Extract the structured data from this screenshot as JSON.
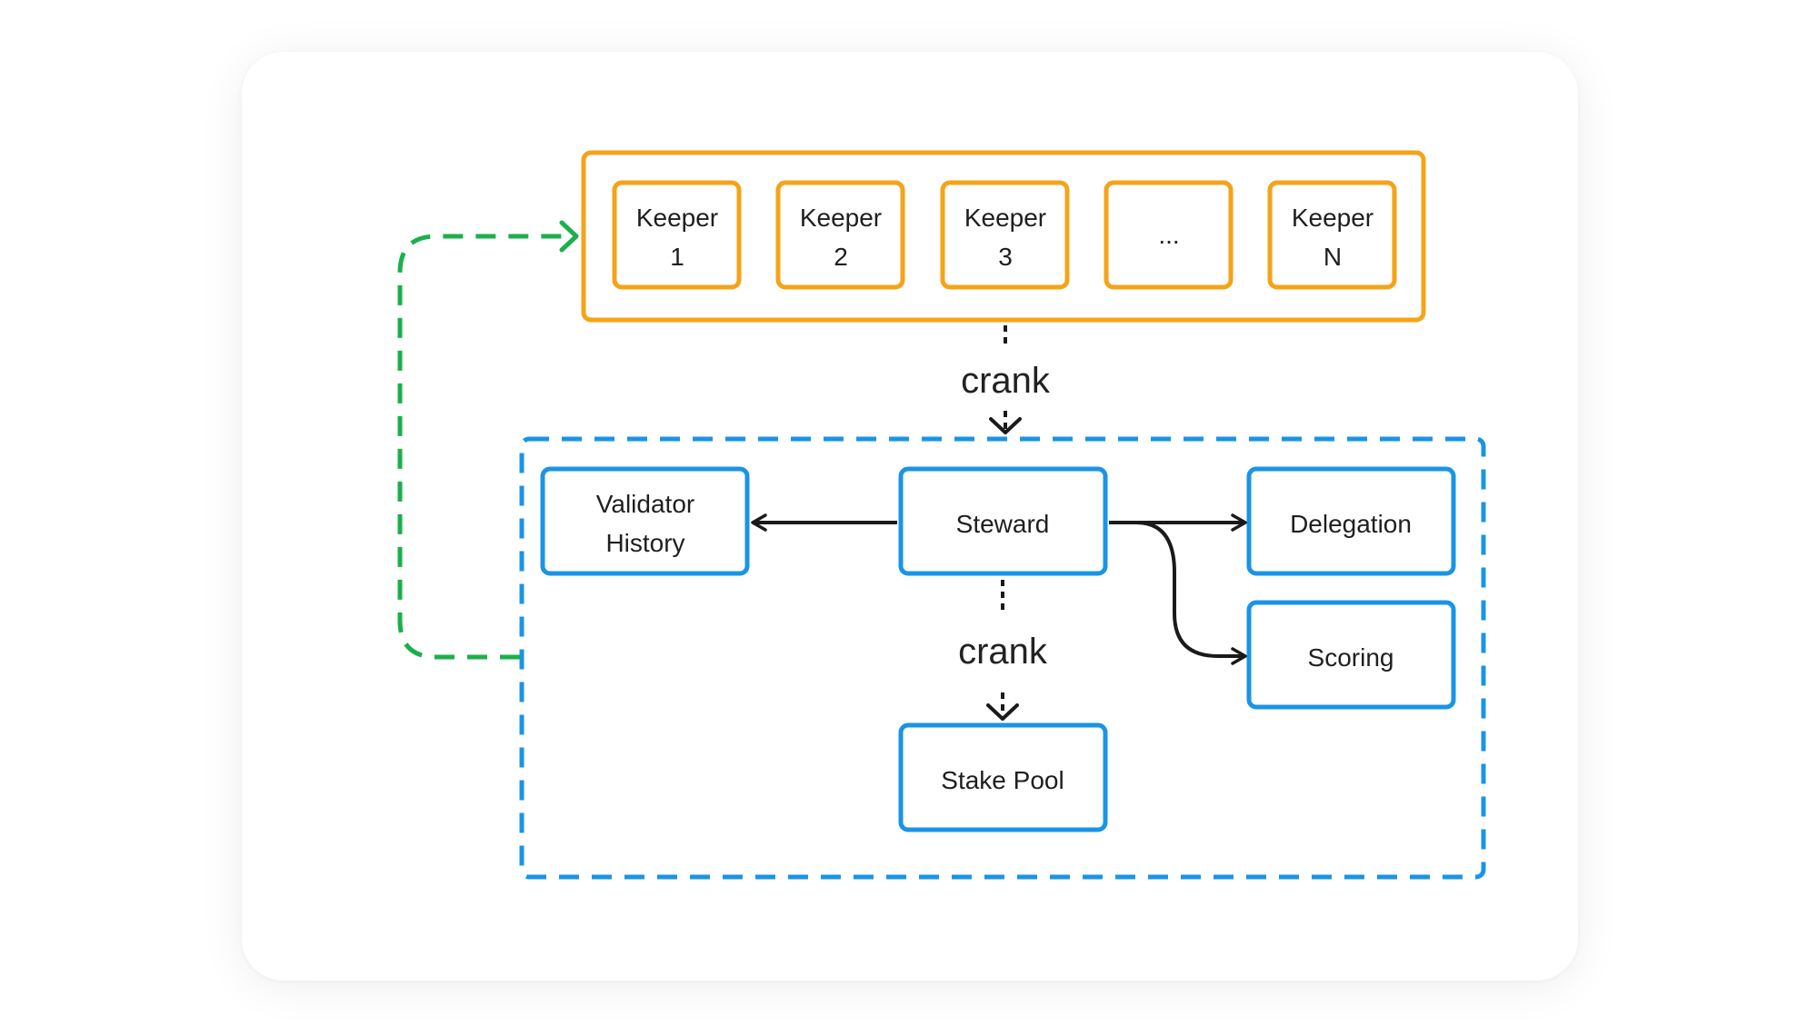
{
  "colors": {
    "keeper_border": "#f5a318",
    "program_border": "#1a94e6",
    "feedback_arrow": "#1bb04b",
    "arrow": "#1a1a1a"
  },
  "keepers": [
    {
      "line1": "Keeper",
      "line2": "1"
    },
    {
      "line1": "Keeper",
      "line2": "2"
    },
    {
      "line1": "Keeper",
      "line2": "3"
    },
    {
      "line1": "...",
      "line2": ""
    },
    {
      "line1": "Keeper",
      "line2": "N"
    }
  ],
  "crank_top": "crank",
  "crank_bottom": "crank",
  "nodes": {
    "validator_history": {
      "line1": "Validator",
      "line2": "History"
    },
    "steward": "Steward",
    "delegation": "Delegation",
    "scoring": "Scoring",
    "stake_pool": "Stake Pool"
  }
}
